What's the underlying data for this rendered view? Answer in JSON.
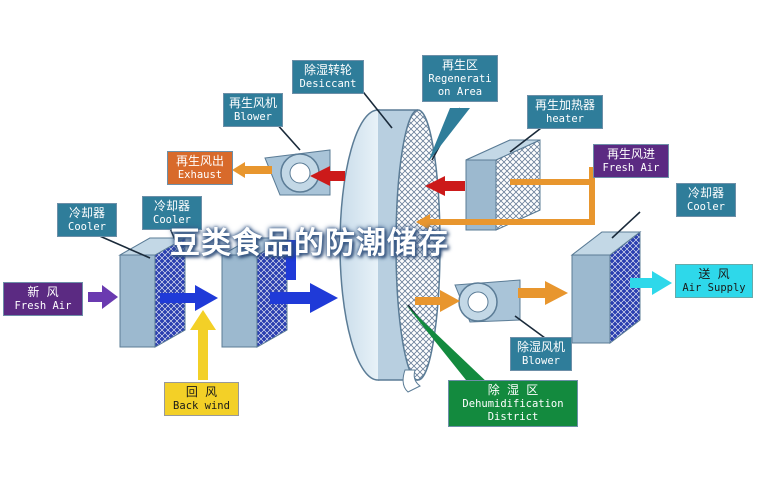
{
  "labels": {
    "desiccant": {
      "cn": "除湿转轮",
      "en": "Desiccant"
    },
    "regeneration": {
      "cn": "再生区",
      "en1": "Regenerati",
      "en2": "on Area"
    },
    "regen_blower": {
      "cn": "再生风机",
      "en": "Blower"
    },
    "regen_heater": {
      "cn": "再生加热器",
      "en": "heater"
    },
    "exhaust": {
      "cn": "再生风出",
      "en": "Exhaust"
    },
    "regen_fresh": {
      "cn": "再生风进",
      "en": "Fresh Air"
    },
    "cooler_1": {
      "cn": "冷却器",
      "en": "Cooler"
    },
    "cooler_2": {
      "cn": "冷却器",
      "en": "Cooler"
    },
    "cooler_3": {
      "cn": "冷却器",
      "en": "Cooler"
    },
    "fresh_air": {
      "cn": "新   风",
      "en": "Fresh Air"
    },
    "supply": {
      "cn": "送   风",
      "en": "Air Supply"
    },
    "dehum_blower": {
      "cn": "除湿风机",
      "en": "Blower"
    },
    "back_wind": {
      "cn": "回   风",
      "en": "Back wind"
    },
    "dehum_district": {
      "cn": "除   湿   区",
      "en1": "Dehumidification",
      "en2": "District"
    }
  },
  "overlay_title": "豆类食品的防潮储存",
  "colors": {
    "teal_label": "#2f7d9a",
    "orange_label": "#d86a2b",
    "purple_label": "#5b2a82",
    "green_label": "#138a3e",
    "yellow_label": "#f3d027",
    "cyan_label": "#2ed8ea",
    "blue_arrow": "#1f3ad8",
    "red_arrow": "#cc1a1a",
    "orange_arrow": "#e8962e",
    "box_face": "#9cb9cf"
  }
}
